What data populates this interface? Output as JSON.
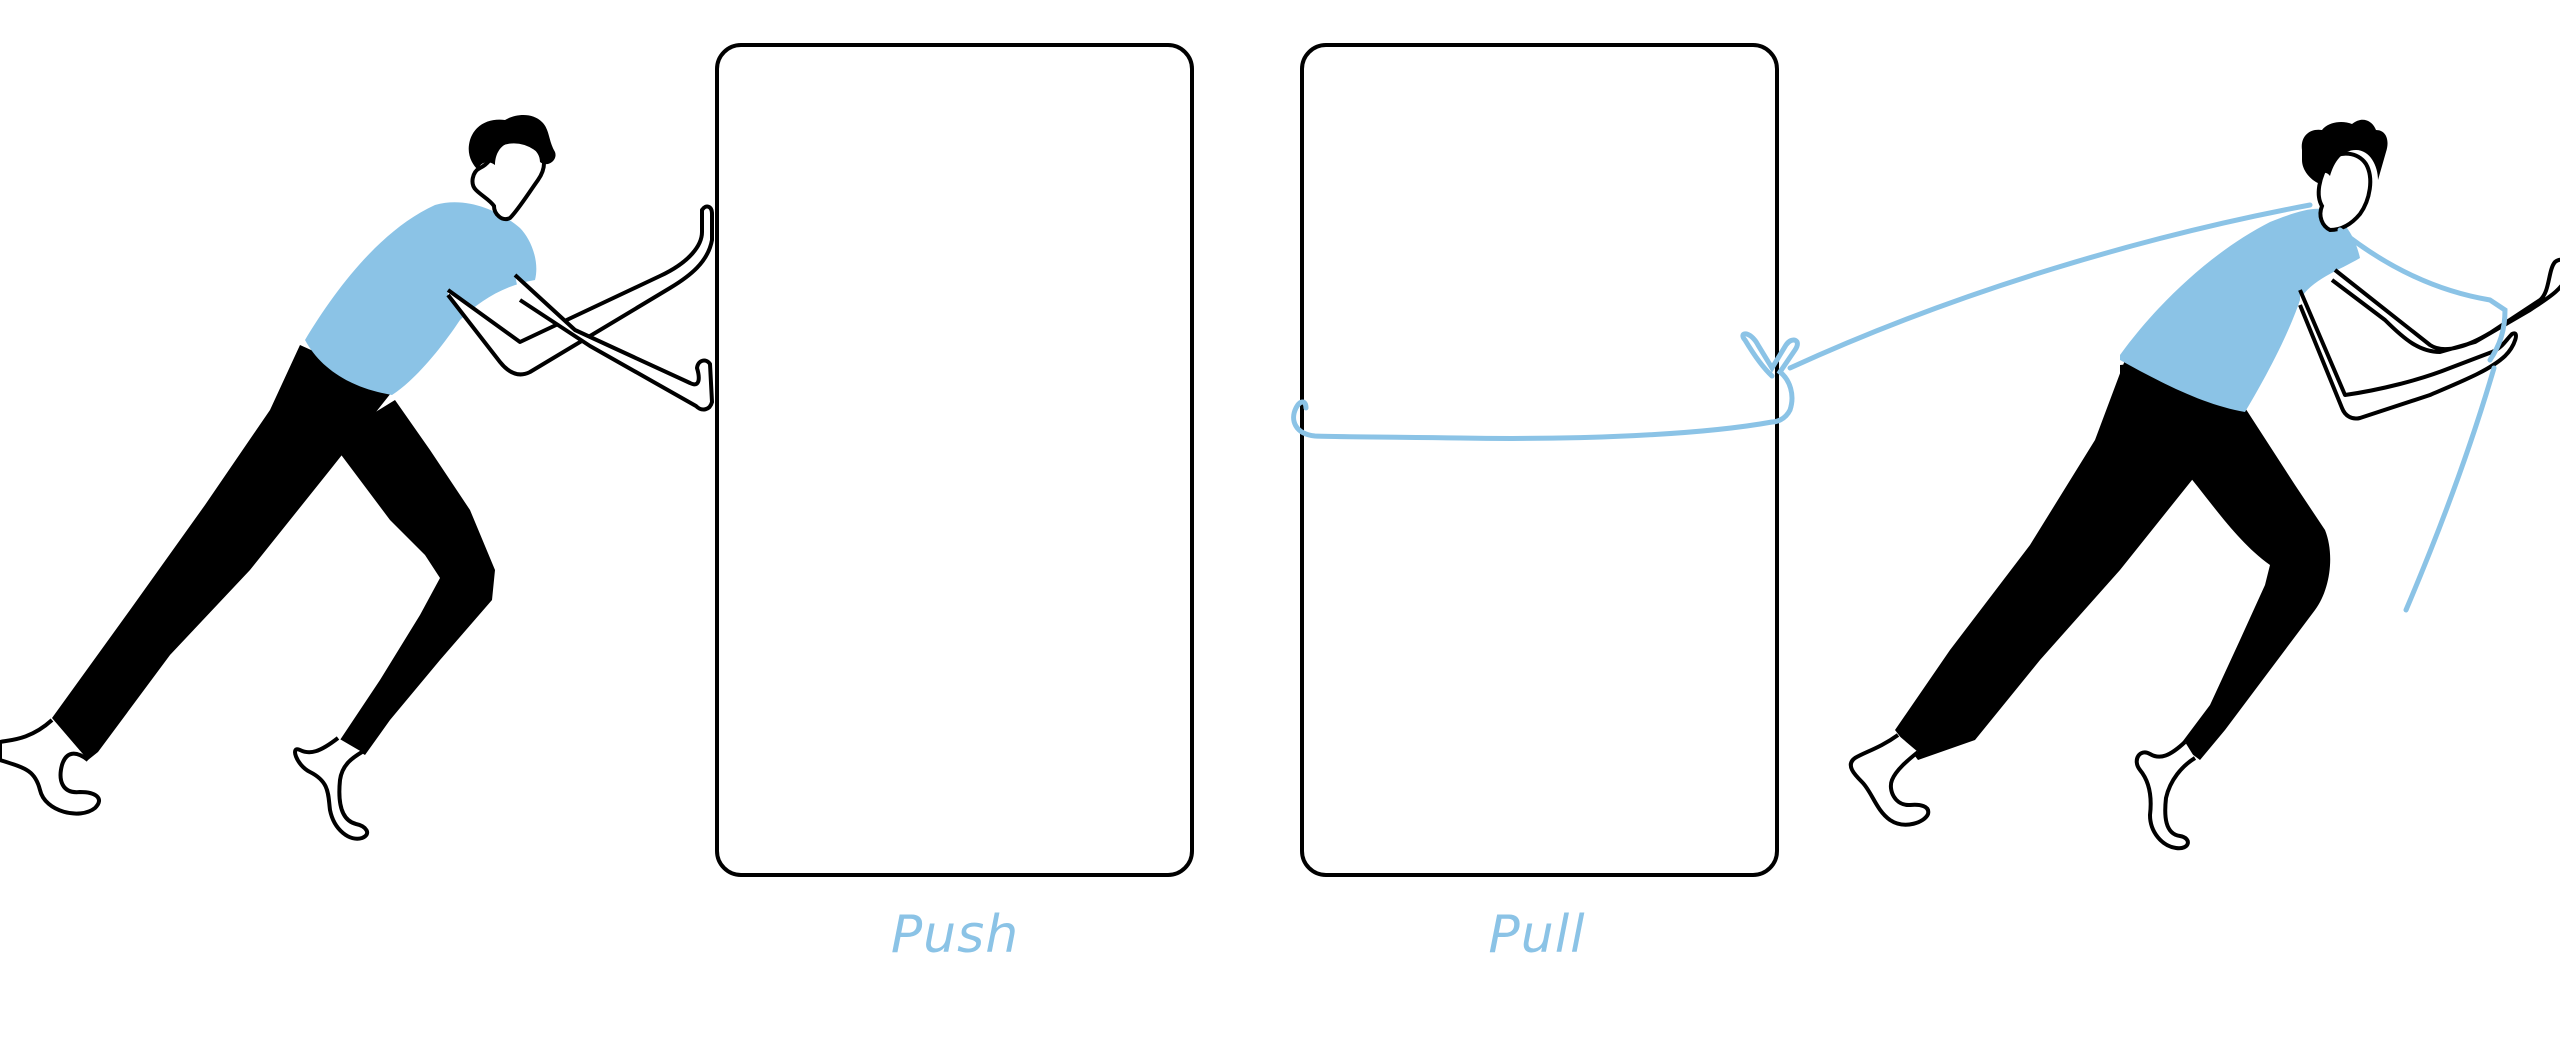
{
  "captions": {
    "push": "Push",
    "pull": "Pull"
  },
  "colors": {
    "accent": "#8bc3e6",
    "ink": "#000000",
    "background": "#ffffff"
  },
  "figures": {
    "left_person": "person-pushing",
    "right_person": "person-pulling-with-rope",
    "left_panel": "door-panel",
    "right_panel": "door-panel-tied-with-rope"
  }
}
